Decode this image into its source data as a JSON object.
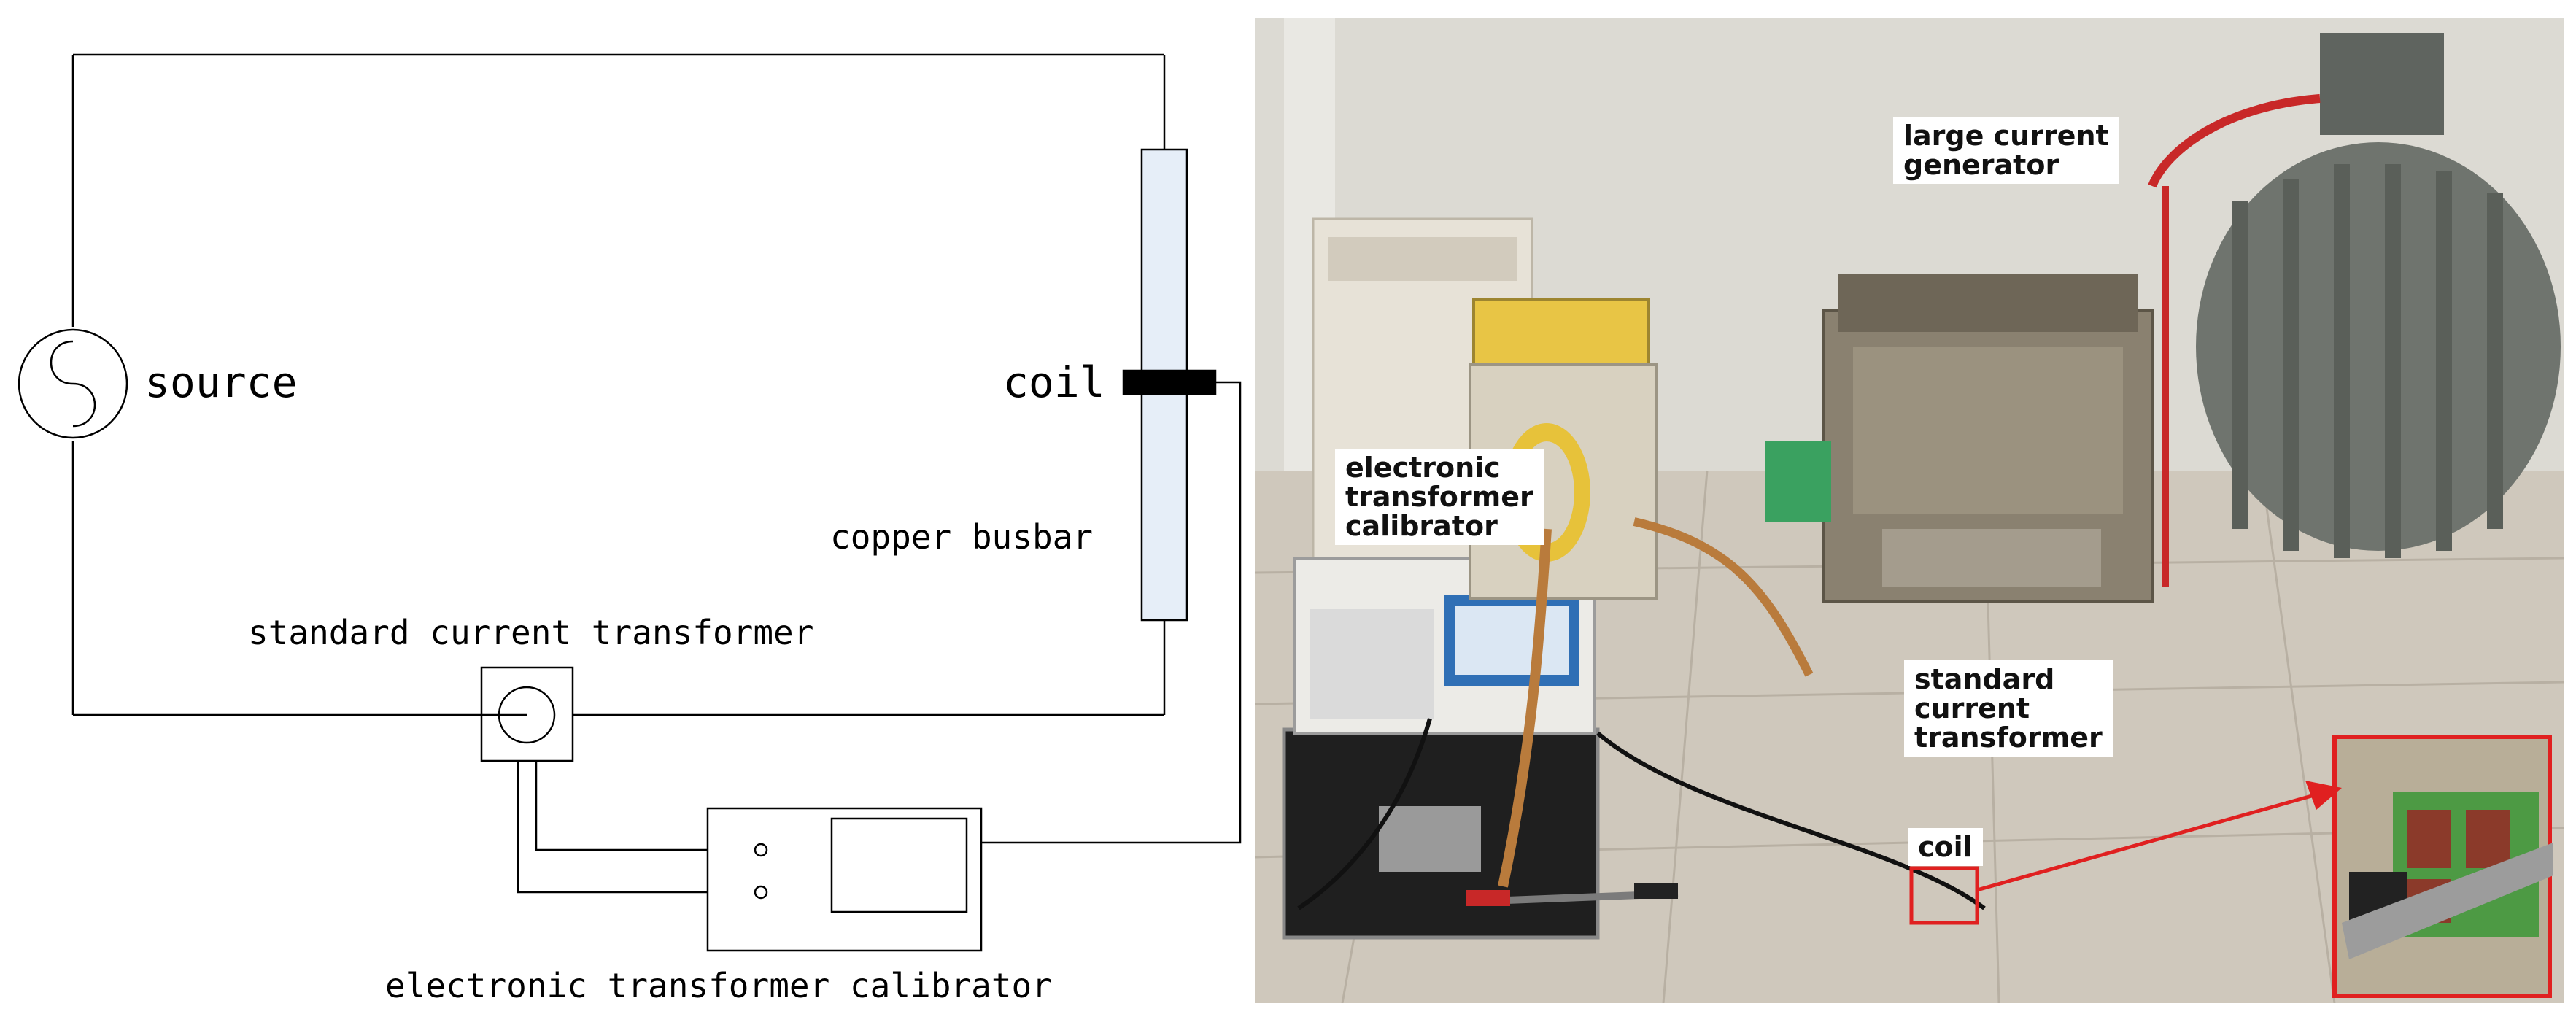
{
  "schematic": {
    "source_label": "source",
    "coil_label": "coil",
    "busbar_label": "copper busbar",
    "sct_label": "standard current transformer",
    "etc_label": "electronic transformer calibrator"
  },
  "photo": {
    "label_generator": [
      "large current",
      "generator"
    ],
    "label_calibrator": [
      "electronic",
      "transformer",
      "calibrator"
    ],
    "label_sct": [
      "standard",
      "current",
      "transformer"
    ],
    "label_coil": "coil"
  },
  "colors": {
    "busbar_fill": "#e6eef8",
    "inset_border": "#e02020",
    "arrow": "#e02020"
  }
}
